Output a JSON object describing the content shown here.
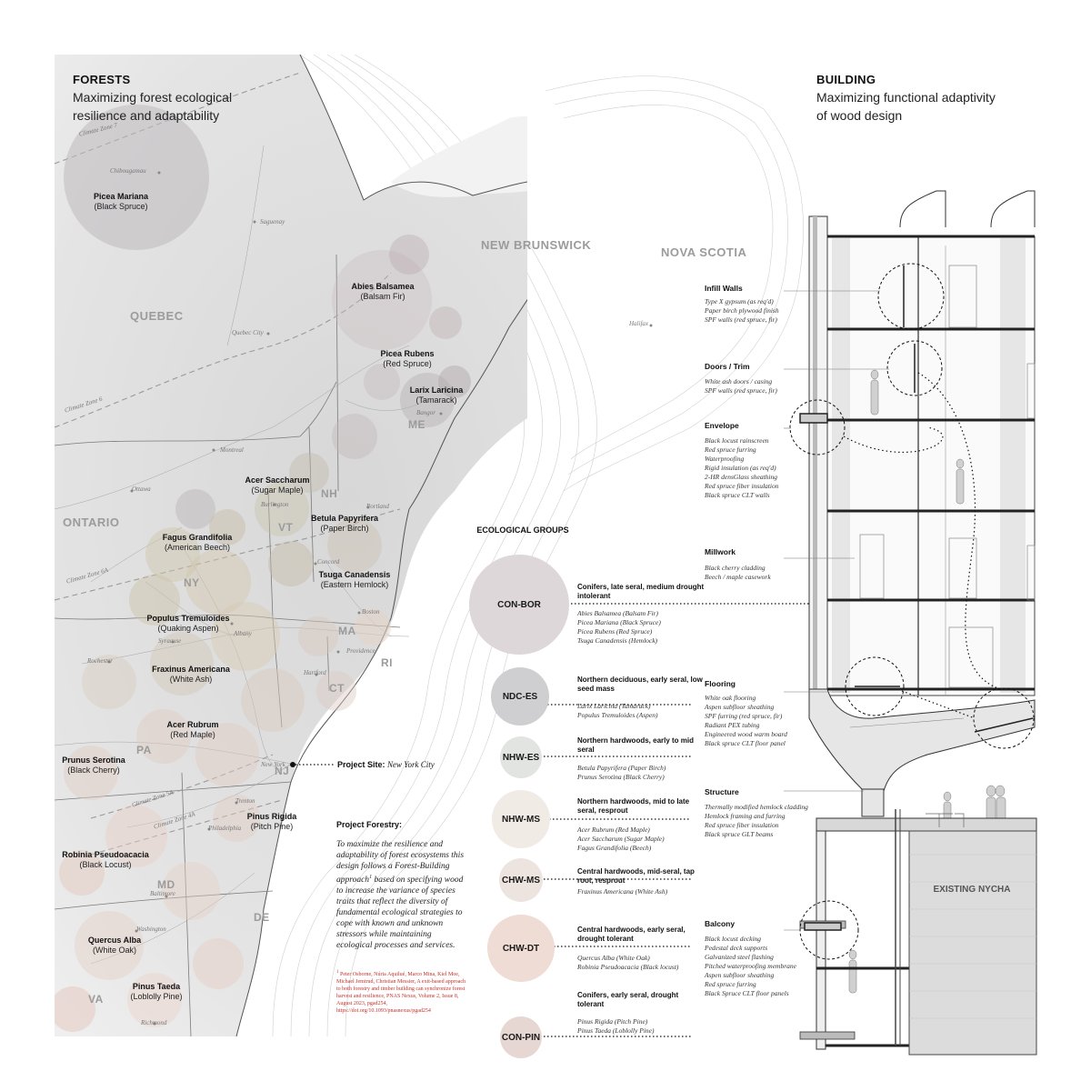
{
  "forests": {
    "title": "FORESTS",
    "subtitle": "Maximizing forest ecological resilience and adaptability"
  },
  "building": {
    "title": "BUILDING",
    "subtitle": "Maximizing functional adaptivity of wood design",
    "existing": "EXISTING NYCHA",
    "layers": [
      {
        "title": "Infill Walls",
        "items": [
          "Type X gypsum (as req'd)",
          "Paper birch plywood finish",
          "SPF walls (red spruce, fir)"
        ]
      },
      {
        "title": "Doors / Trim",
        "items": [
          "White ash doors / casing",
          "SPF walls (red spruce, fir)"
        ]
      },
      {
        "title": "Envelope",
        "items": [
          "Black locust rainscreen",
          "Red spruce furring",
          "Waterproofing",
          "Rigid insulation (as req'd)",
          "2-HR densGlass sheathing",
          "Red spruce fiber insulation",
          "Black spruce CLT walls"
        ]
      },
      {
        "title": "Millwork",
        "items": [
          "Black cherry cladding",
          "Beech / maple casework"
        ]
      },
      {
        "title": "Flooring",
        "items": [
          "White oak flooring",
          "Aspen subfloor sheathing",
          "SPF furring (red spruce, fir)",
          "Radiant PEX tubing",
          "Engineered wood warm board",
          "Black spruce CLT floor panel"
        ]
      },
      {
        "title": "Structure",
        "items": [
          "Thermally modified hemlock cladding",
          "Hemlock framing and furring",
          "Red spruce fiber insulation",
          "Black spruce GLT beams"
        ]
      },
      {
        "title": "Balcony",
        "items": [
          "Black locust decking",
          "Pedestal deck supports",
          "Galvanized steel flashing",
          "Pitched waterproofing membrane",
          "Aspen subfloor sheathing",
          "Red spruce furring",
          "Black Spruce CLT floor panels"
        ]
      }
    ]
  },
  "map": {
    "regions": [
      "QUEBEC",
      "NEW BRUNSWICK",
      "NOVA SCOTIA",
      "ONTARIO",
      "ME",
      "NH",
      "VT",
      "NY",
      "MA",
      "RI",
      "CT",
      "PA",
      "NJ",
      "MD",
      "DE",
      "VA"
    ],
    "cities": [
      "Chibougamau",
      "Saguenay",
      "Quebec City",
      "Halifax",
      "Bangor",
      "Montreal",
      "Ottawa",
      "Burlington",
      "Portland",
      "Concord",
      "Boston",
      "Providence",
      "Albany",
      "Syracuse",
      "Rochester",
      "Hartford",
      "New York",
      "Trenton",
      "Philadelphia",
      "Baltimore",
      "Washington",
      "Richmond"
    ],
    "climate_zones": [
      "Climate Zone 7",
      "Climate Zone 6",
      "Climate Zone 6A",
      "Climate Zone 5A",
      "Climate Zone 4A"
    ],
    "species": [
      {
        "name": "Picea Mariana",
        "common": "(Black Spruce)"
      },
      {
        "name": "Abies Balsamea",
        "common": "(Balsam Fir)"
      },
      {
        "name": "Picea Rubens",
        "common": "(Red Spruce)"
      },
      {
        "name": "Larix Laricina",
        "common": "(Tamarack)"
      },
      {
        "name": "Acer Saccharum",
        "common": "(Sugar Maple)"
      },
      {
        "name": "Betula Papyrifera",
        "common": "(Paper Birch)"
      },
      {
        "name": "Fagus Grandifolia",
        "common": "(American Beech)"
      },
      {
        "name": "Tsuga Canadensis",
        "common": "(Eastern Hemlock)"
      },
      {
        "name": "Populus Tremuloides",
        "common": "(Quaking Aspen)"
      },
      {
        "name": "Fraxinus Americana",
        "common": "(White Ash)"
      },
      {
        "name": "Acer Rubrum",
        "common": "(Red Maple)"
      },
      {
        "name": "Prunus Serotina",
        "common": "(Black Cherry)"
      },
      {
        "name": "Pinus Rigida",
        "common": "(Pitch Pine)"
      },
      {
        "name": "Robinia Pseudoacacia",
        "common": "(Black Locust)"
      },
      {
        "name": "Quercus Alba",
        "common": "(White Oak)"
      },
      {
        "name": "Pinus Taeda",
        "common": "(Loblolly Pine)"
      }
    ]
  },
  "project_site": {
    "label": "Project Site:",
    "city": "New York City"
  },
  "project_forestry": {
    "title": "Project Forestry:",
    "body_1": "To maximize the resilience and adaptability of forest ecosystems this design follows a Forest-Building approach",
    "sup": "1",
    "body_2": " based on specifying wood to increase the variance of species traits that reflect the diversity of fundamental ecological strategies to cope with known and unknown stressors while maintaining ecological processes and services.",
    "ref_sup": "1",
    "reference": "Peter Osborne, Núria Aquilué, Marco Mina, Kiel Moe, Michael Jemtrud, Christian Messier, A exit-based approach to both forestry and timber building can synchronize forest harvest and resilience, PNAS Nexus, Volume 2, Issue 8, August 2023, pgad254, https://doi.org/10.1093/pnasnexus/pgad254"
  },
  "ecological_groups": {
    "title": "ECOLOGICAL GROUPS",
    "groups": [
      {
        "code": "CON-BOR",
        "desc": "Conifers, late seral, medium drought intolerant",
        "species": [
          "Abies Balsamea (Balsam Fir)",
          "Picea Mariana (Black Spruce)",
          "Picea Rubens (Red Spruce)",
          "Tsuga Canadensis (Hemlock)"
        ],
        "color": "#ddd7da"
      },
      {
        "code": "NDC-ES",
        "desc": "Northern deciduous, early seral, low seed mass",
        "species": [
          "Larix Laricina (Tamarack)",
          "Populus Tremuloides (Aspen)"
        ],
        "color": "#cfcfd2"
      },
      {
        "code": "NHW-ES",
        "desc": "Northern hardwoods, early to mid seral",
        "species": [
          "Betula Papyrifera (Paper Birch)",
          "Prunus Serotina (Black Cherry)"
        ],
        "color": "#e1e4e0"
      },
      {
        "code": "NHW-MS",
        "desc": "Northern hardwoods, mid to late seral, resprout",
        "species": [
          "Acer Rubrum (Red Maple)",
          "Acer Saccharum (Sugar Maple)",
          "Fagus Grandifolia (Beech)"
        ],
        "color": "#f0ebe5"
      },
      {
        "code": "CHW-MS",
        "desc": "Central hardwoods, mid-seral, tap root, resprout",
        "species": [
          "Fraxinus Americana (White Ash)"
        ],
        "color": "#ede4e0"
      },
      {
        "code": "CHW-DT",
        "desc": "Central hardwoods, early seral, drought tolerant",
        "species": [
          "Quercus Alba (White Oak)",
          "Robinia Pseudoacacia (Black locust)"
        ],
        "color": "#efdcd4"
      },
      {
        "code": "CON-PIN",
        "desc": "Conifers, early seral, drought tolerant",
        "species": [
          "Pinus Rigida (Pitch Pine)",
          "Pinus Taeda (Loblolly Pine)"
        ],
        "color": "#e6d7d2"
      }
    ]
  }
}
